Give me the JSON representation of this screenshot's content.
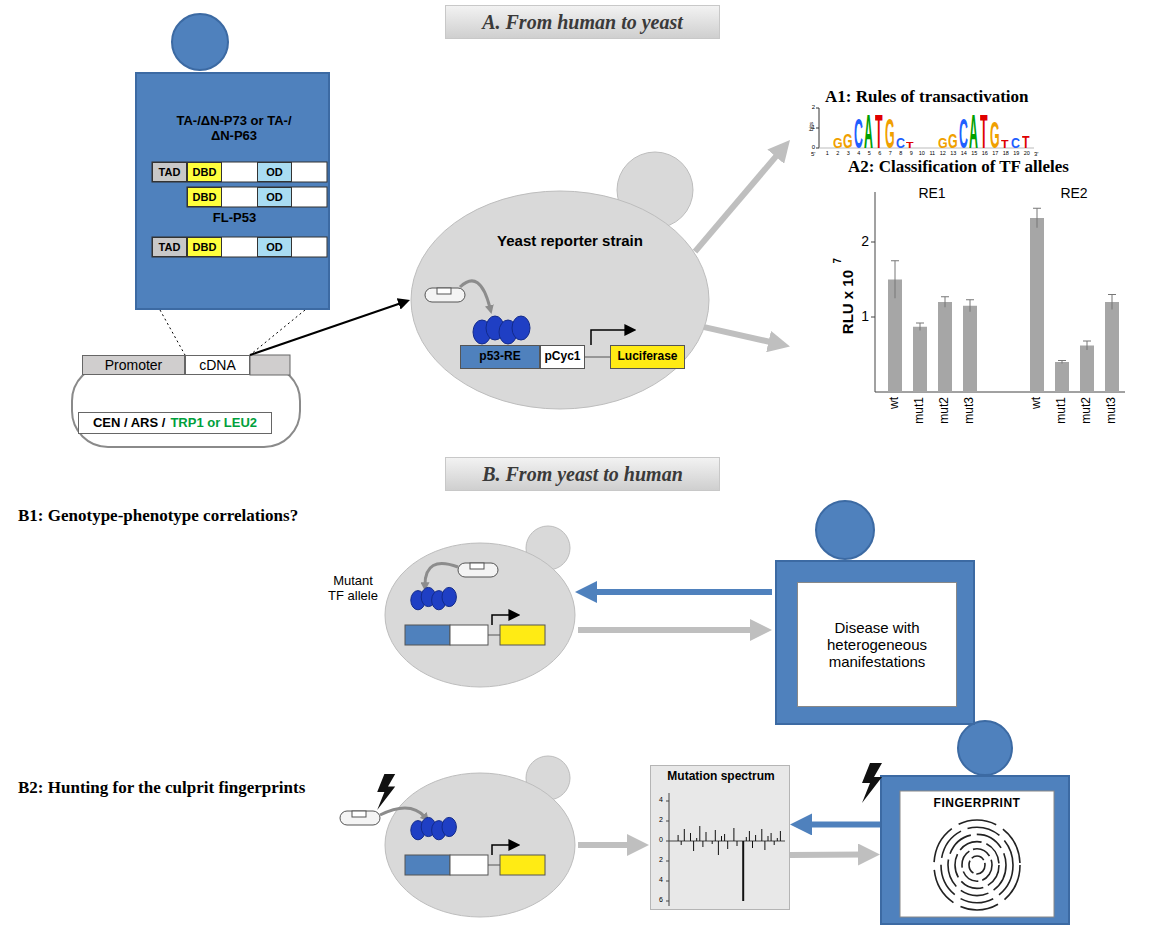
{
  "diagram": {
    "nodes": [
      {
        "text": [
          "A. From human to yeast"
        ]
      },
      {
        "text": [
          "TA-/ΔN-P73 or TA-/ΔN-P63",
          "FL-P53"
        ]
      },
      {
        "text": [
          "TAD"
        ],
        "in": 1
      },
      {
        "text": [
          "DBD"
        ],
        "in": 1
      },
      {
        "text": [
          "OD"
        ],
        "in": 1
      },
      {
        "text": [
          "DBD"
        ],
        "in": 1
      },
      {
        "text": [
          "OD"
        ],
        "in": 1
      },
      {
        "text": [
          "TAD"
        ],
        "in": 1
      },
      {
        "text": [
          "DBD"
        ],
        "in": 1
      },
      {
        "text": [
          "OD"
        ],
        "in": 1
      },
      {
        "text": [
          "Promoter"
        ]
      },
      {
        "text": [
          "cDNA"
        ]
      },
      {
        "text": [
          "CEN / ARS /",
          "TRP1 or LEU2"
        ]
      },
      {
        "text": [
          "Yeast reporter strain"
        ]
      },
      {
        "text": [
          "p53-RE"
        ],
        "in": 13
      },
      {
        "text": [
          "pCyc1"
        ],
        "in": 13
      },
      {
        "text": [
          "Luciferase"
        ],
        "in": 13
      },
      {
        "text": [
          "A1: Rules of transactivation"
        ]
      },
      {
        "text": [
          "A2: Classification of TF alleles"
        ]
      },
      {
        "text": [
          "B. From yeast to human"
        ]
      },
      {
        "text": [
          "Disease with heterogeneous manifestations"
        ]
      },
      {
        "text": [
          "Mutation spectrum"
        ]
      },
      {
        "text": [
          "FINGERPRINT"
        ]
      }
    ],
    "edges": [
      {
        "from": 11,
        "to": 13,
        "arrow": "to"
      },
      {
        "from": 13,
        "to": 17,
        "arrow": "to"
      },
      {
        "from": 13,
        "to": 18,
        "arrow": "to"
      },
      {
        "from": 22,
        "to": 21,
        "arrow": "to"
      },
      {
        "from": 21,
        "to": 22,
        "arrow": "to"
      }
    ],
    "labels": [
      "B1: Genotype-phenotype correlations?",
      "Mutant TF allele",
      "B2: Hunting for the culprit fingerprints",
      "bits",
      "2",
      "1",
      "0",
      "G",
      "G",
      "C",
      "A",
      "T",
      "G",
      "C",
      "T",
      "G",
      "G",
      "C",
      "A",
      "T",
      "G",
      "T",
      "C",
      "T",
      "1",
      "2",
      "3",
      "4",
      "5",
      "6",
      "7",
      "8",
      "9",
      "10",
      "11",
      "12",
      "13",
      "14",
      "15",
      "16",
      "17",
      "18",
      "19",
      "20",
      "5'",
      "3'",
      "RLU x 10",
      "7",
      "2",
      "1",
      "RE1",
      "RE2",
      "wt",
      "mut1",
      "mut2",
      "mut3",
      "wt",
      "mut1",
      "mut2",
      "mut3",
      "4",
      "2",
      "0",
      "2",
      "4",
      "6"
    ]
  }
}
